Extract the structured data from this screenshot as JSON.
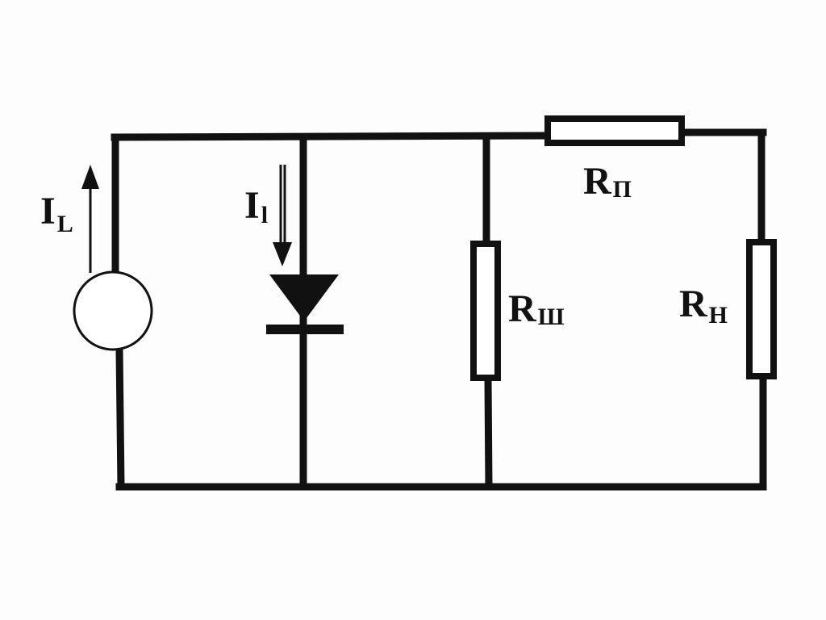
{
  "labels": {
    "source_current": {
      "main": "I",
      "sub": "L"
    },
    "diode_current": {
      "main": "I",
      "sub": "l"
    },
    "series_resistor": {
      "main": "R",
      "sub": "П"
    },
    "shunt_resistor": {
      "main": "R",
      "sub": "Ш"
    },
    "load_resistor": {
      "main": "R",
      "sub": "H"
    }
  },
  "colors": {
    "ink": "#111111",
    "paper": "#fdfdfd"
  }
}
